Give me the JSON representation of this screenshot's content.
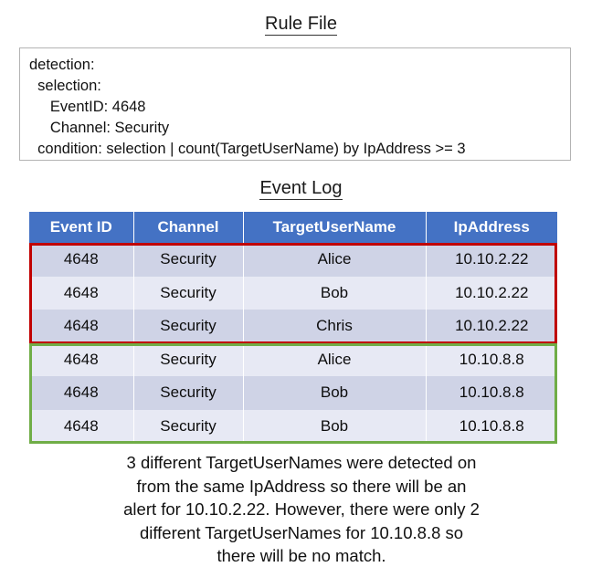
{
  "rule_section": {
    "title": "Rule File",
    "lines": [
      "detection:",
      "  selection:",
      "     EventID: 4648",
      "     Channel: Security",
      "  condition: selection | count(TargetUserName) by IpAddress >= 3"
    ]
  },
  "event_log_section": {
    "title": "Event Log",
    "columns": [
      "Event ID",
      "Channel",
      "TargetUserName",
      "IpAddress"
    ],
    "rows": [
      {
        "event_id": "4648",
        "channel": "Security",
        "target_user_name": "Alice",
        "ip_address": "10.10.2.22"
      },
      {
        "event_id": "4648",
        "channel": "Security",
        "target_user_name": "Bob",
        "ip_address": "10.10.2.22"
      },
      {
        "event_id": "4648",
        "channel": "Security",
        "target_user_name": "Chris",
        "ip_address": "10.10.2.22"
      },
      {
        "event_id": "4648",
        "channel": "Security",
        "target_user_name": "Alice",
        "ip_address": "10.10.8.8"
      },
      {
        "event_id": "4648",
        "channel": "Security",
        "target_user_name": "Bob",
        "ip_address": "10.10.8.8"
      },
      {
        "event_id": "4648",
        "channel": "Security",
        "target_user_name": "Bob",
        "ip_address": "10.10.8.8"
      }
    ],
    "highlights": [
      {
        "name": "match-group",
        "color": "#C00000",
        "rows": [
          0,
          1,
          2
        ]
      },
      {
        "name": "no-match-group",
        "color": "#70AD47",
        "rows": [
          3,
          4,
          5
        ]
      }
    ]
  },
  "caption": {
    "lines": [
      "3 different TargetUserNames were detected on",
      "from the same IpAddress so there will be an",
      "alert for 10.10.2.22. However, there were only 2",
      "different TargetUserNames for 10.10.8.8 so",
      "there will be no match."
    ]
  },
  "colors": {
    "header_blue": "#4472C4",
    "row_dark": "#CFD3E6",
    "row_light": "#E7E9F4",
    "highlight_red": "#C00000",
    "highlight_green": "#70AD47",
    "box_border": "#B3B3B3"
  }
}
